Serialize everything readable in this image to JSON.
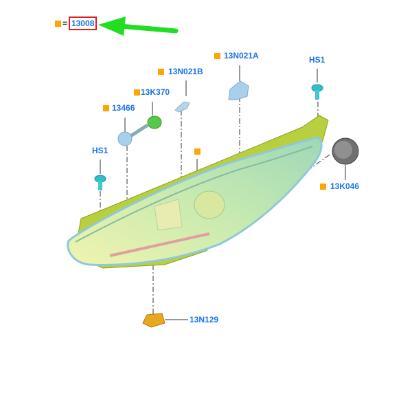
{
  "legend": {
    "equals": "=",
    "main_part": "13008"
  },
  "labels": {
    "n021a": "13N021A",
    "hs1_top": "HS1",
    "n021b": "13N021B",
    "k370": "13K370",
    "p13466": "13466",
    "hs1_left": "HS1",
    "k046": "13K046",
    "n129": "13N129"
  },
  "colors": {
    "marker": "#ffa500",
    "label": "#1a73e8",
    "highlight_box": "#e02020",
    "arrow": "#22dd22"
  }
}
